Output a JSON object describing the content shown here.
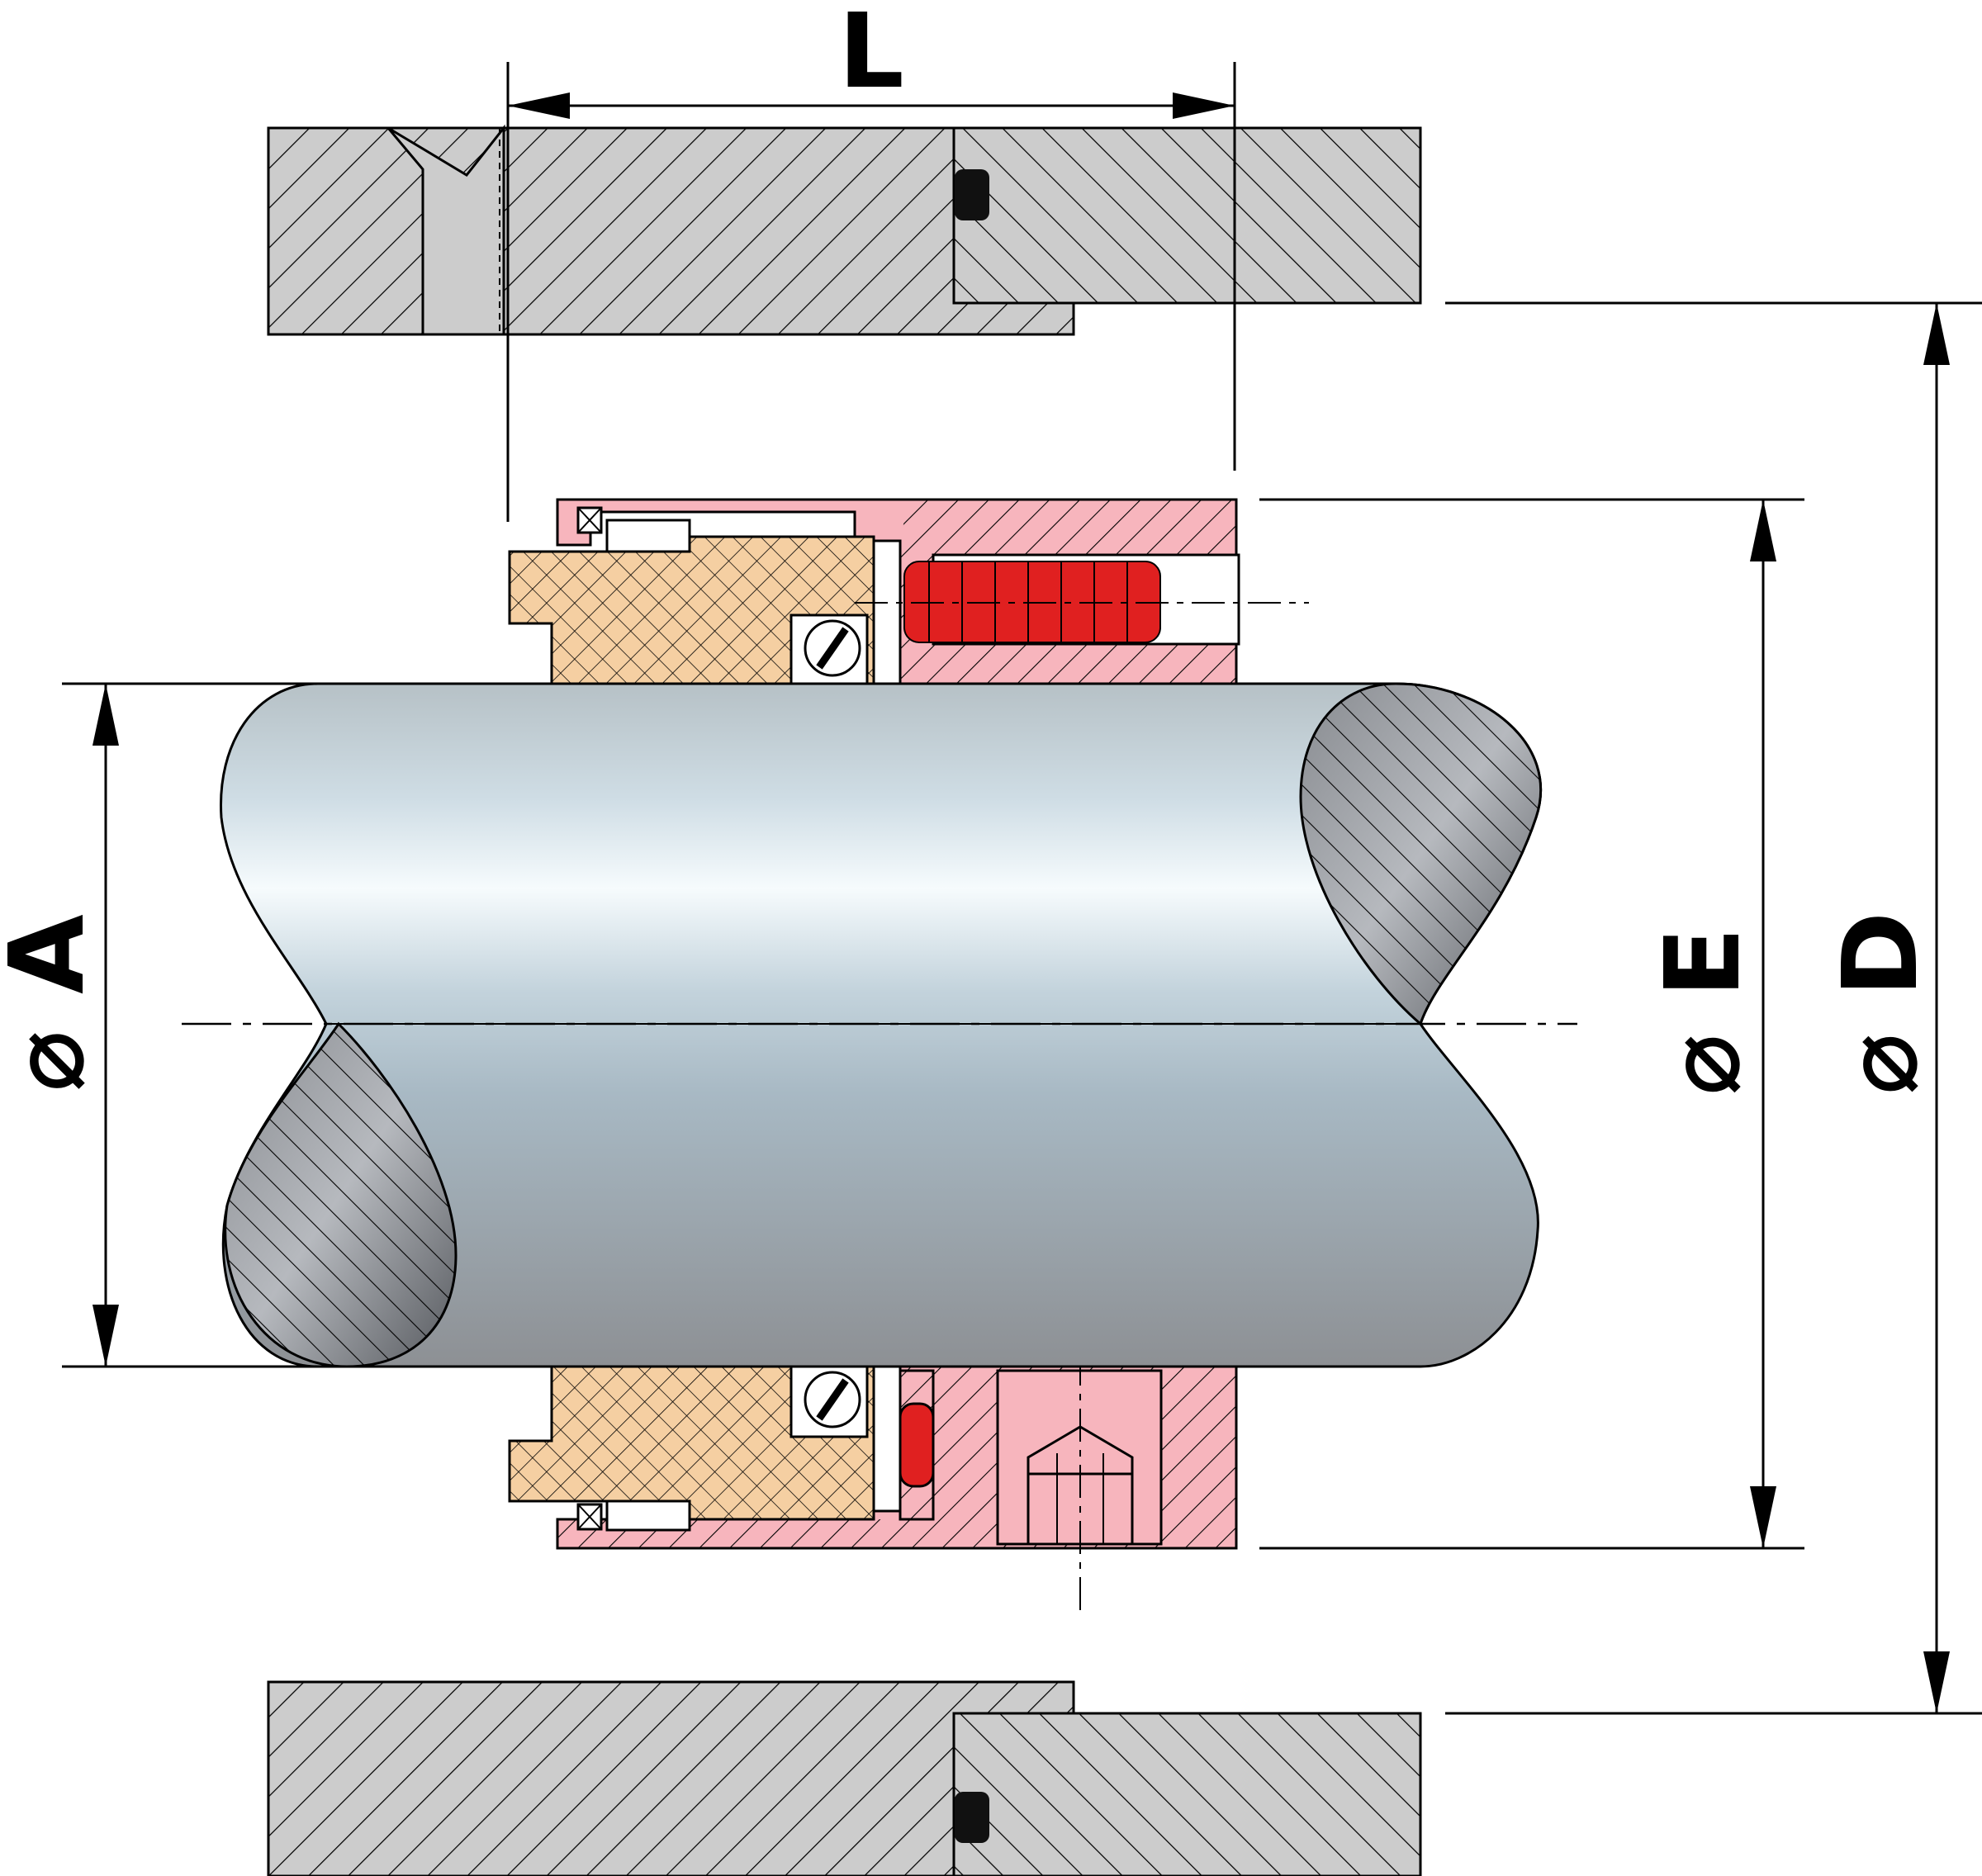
{
  "labels": {
    "length": "L",
    "shaft_diameter": "⌀ A",
    "seal_outer_diameter": "⌀ E",
    "housing_bore_diameter": "⌀ D"
  },
  "colors": {
    "housing": "#cccccc",
    "seal_body": "#f7b5bd",
    "carbon_face": "#f5cfa2",
    "spring": "#e02020",
    "oring": "#111111",
    "shaft_light": "#eef6fb",
    "shaft_dark": "#8c9196",
    "section_dark": "#6a6d72"
  }
}
